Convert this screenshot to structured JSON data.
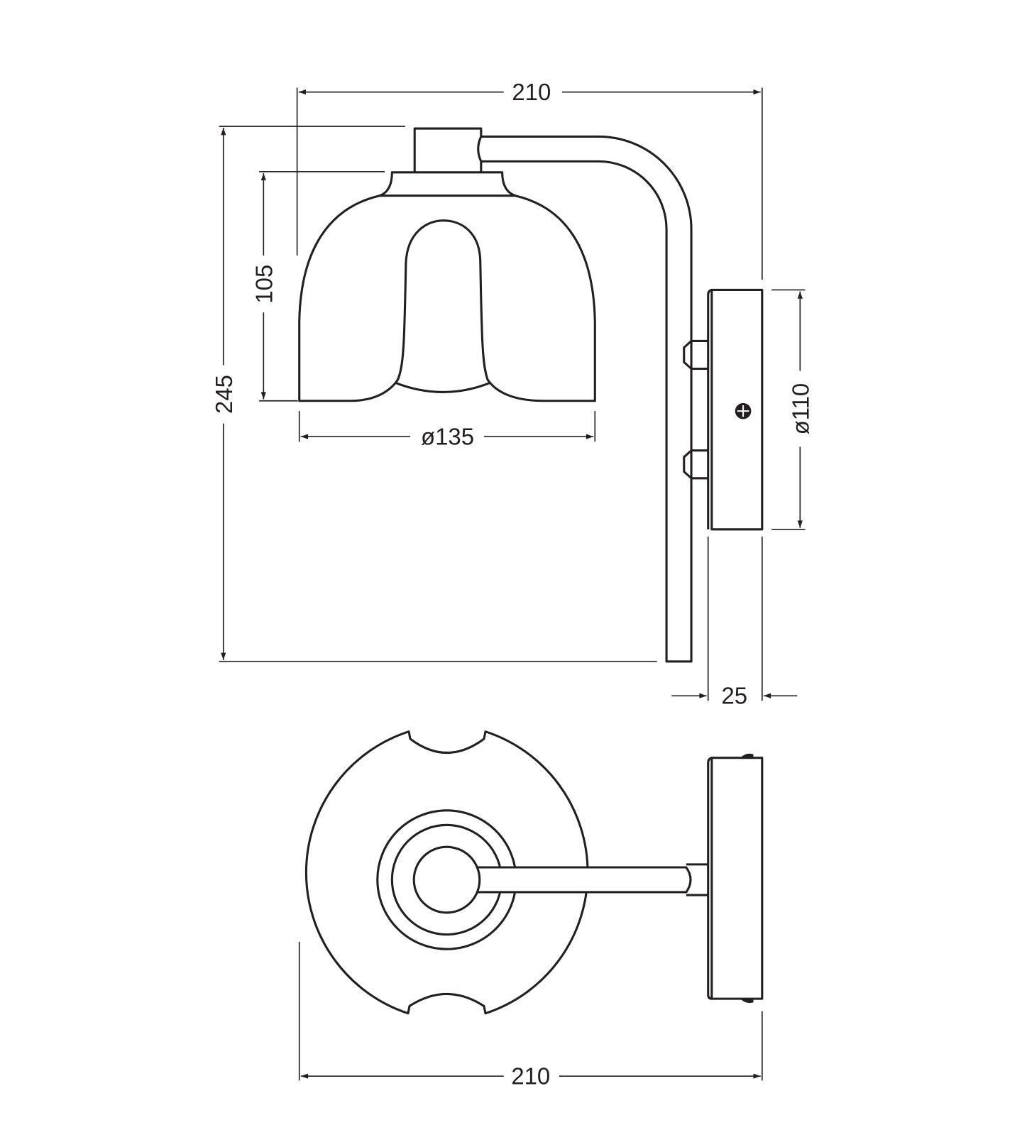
{
  "drawing": {
    "colors": {
      "line": "#231f20",
      "background": "#ffffff"
    },
    "front_view": {
      "dimensions": {
        "overall_width": "210",
        "overall_height": "245",
        "shade_height": "105",
        "shade_diameter": "ø135",
        "canopy_diameter": "ø110",
        "canopy_depth": "25"
      }
    },
    "top_view": {
      "dimensions": {
        "overall_width": "210"
      }
    }
  }
}
